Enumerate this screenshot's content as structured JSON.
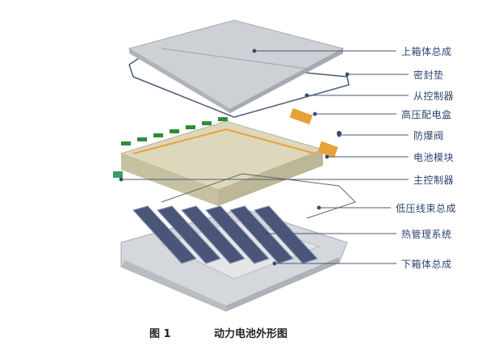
{
  "labels": [
    "上箱体总成",
    "密封垫",
    "从控制器",
    "高压配电盒",
    "防爆阀",
    "电池模块",
    "主控制器",
    "低压线束总成",
    "热管理系统",
    "下箱体总成"
  ],
  "caption": {
    "figure": "图 1",
    "title": "动力电池外形图"
  },
  "colors": {
    "label": "#2c4470",
    "leader": "#4a5a78",
    "module": "#d9d4b8",
    "wire": "#e8a23a",
    "cooling": "#4a5578",
    "cover": "#c9ccd0"
  }
}
